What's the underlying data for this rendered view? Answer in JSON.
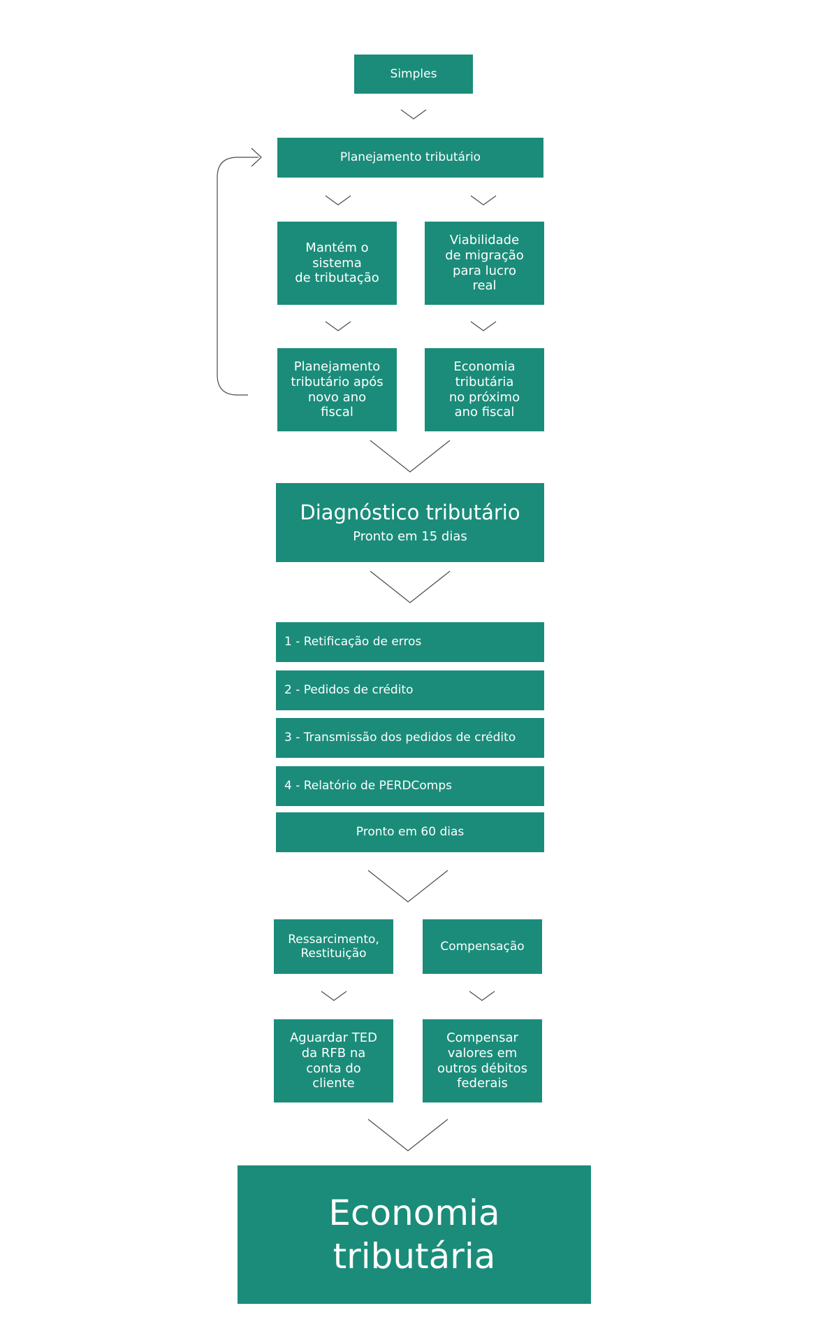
{
  "diagram": {
    "simples": "Simples",
    "planejamento": "Planejamento tributário",
    "mantem": "Mantém o\nsistema\nde tributação",
    "viabilidade": "Viabilidade\nde migração\npara lucro\nreal",
    "planejamento_apos": "Planejamento\ntributário após\nnovo ano\nfiscal",
    "economia_proximo": "Economia\ntributária\nno próximo\nano fiscal",
    "diagnostico_title": "Diagnóstico tributário",
    "diagnostico_sub": "Pronto em 15 dias",
    "steps": [
      "1 - Retificação de erros",
      "2 - Pedidos de crédito",
      "3 - Transmissão dos pedidos de crédito",
      "4 - Relatório de PERDComps"
    ],
    "pronto60": "Pronto em 60 dias",
    "ressarcimento": "Ressarcimento,\nRestituição",
    "compensacao": "Compensação",
    "aguardar": "Aguardar TED\nda RFB na\nconta do\ncliente",
    "compensar": "Compensar\nvalores em\noutros débitos\nfederais",
    "economia": "Economia\ntributária"
  }
}
